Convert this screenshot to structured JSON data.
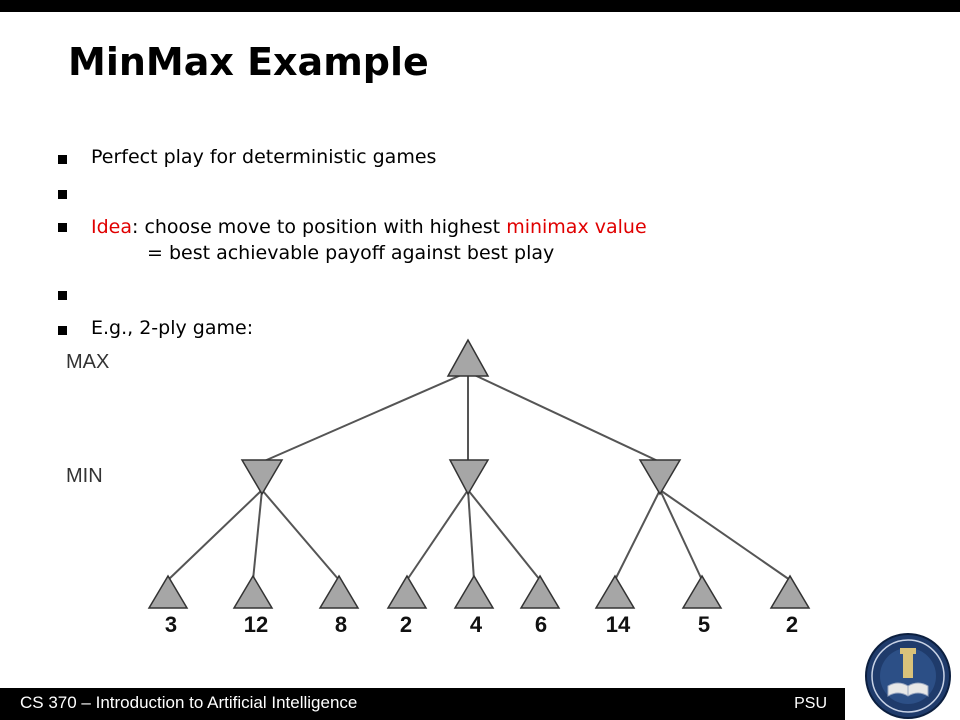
{
  "slide": {
    "title": "MinMax Example",
    "bullets": {
      "b1": "Perfect play for deterministic games",
      "b3_highlight1": "Idea",
      "b3_text1": ": choose move to position with highest ",
      "b3_highlight2": "minimax value",
      "b3_line2": "= best achievable payoff against best play",
      "b5": "E.g., 2-ply game:"
    }
  },
  "tree": {
    "max_label": "MAX",
    "min_label": "MIN",
    "leaf_values": [
      "3",
      "12",
      "8",
      "2",
      "4",
      "6",
      "14",
      "5",
      "2"
    ]
  },
  "footer": {
    "course": "CS 370 – Introduction to Artificial Intelligence",
    "org": "PSU"
  },
  "colors": {
    "highlight": "#e00000",
    "node_fill": "#a6a6a6",
    "bar": "#000000"
  }
}
